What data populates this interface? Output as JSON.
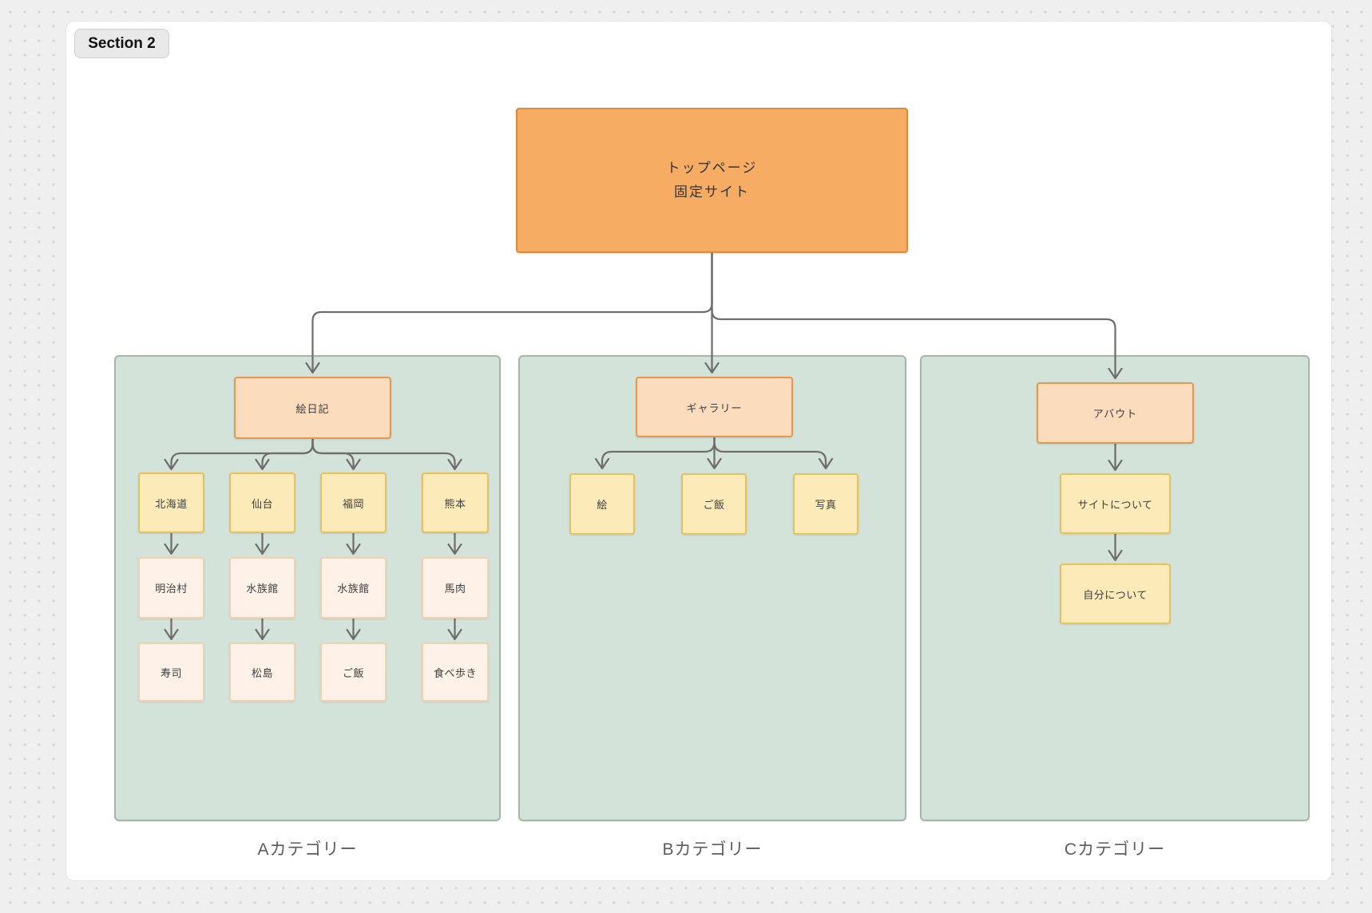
{
  "board": {
    "section_tag": "Section 2"
  },
  "root_node": {
    "line1": "トップページ",
    "line2": "固定サイト"
  },
  "colors": {
    "root_fill": "#f7ac64",
    "root_border": "#db8b3d",
    "parent_fill": "#fbdcbd",
    "parent_border": "#e8964d",
    "yellow_fill": "#fcebb9",
    "yellow_border": "#e9c158",
    "pink_fill": "#fdf1e8",
    "pink_border": "#f2d2ae",
    "section_fill": "#d3e3d9",
    "section_border": "#a4b6a9",
    "connector": "#6e6e6e"
  },
  "sections": {
    "a": {
      "label": "Aカテゴリー",
      "parent": "絵日記",
      "row1": [
        "北海道",
        "仙台",
        "福岡",
        "熊本"
      ],
      "row2": [
        "明治村",
        "水族館",
        "水族館",
        "馬肉"
      ],
      "row3": [
        "寿司",
        "松島",
        "ご飯",
        "食べ歩き"
      ]
    },
    "b": {
      "label": "Bカテゴリー",
      "parent": "ギャラリー",
      "row1": [
        "絵",
        "ご飯",
        "写真"
      ]
    },
    "c": {
      "label": "Cカテゴリー",
      "parent": "アバウト",
      "row1": [
        "サイトについて"
      ],
      "row2": [
        "自分について"
      ]
    }
  }
}
